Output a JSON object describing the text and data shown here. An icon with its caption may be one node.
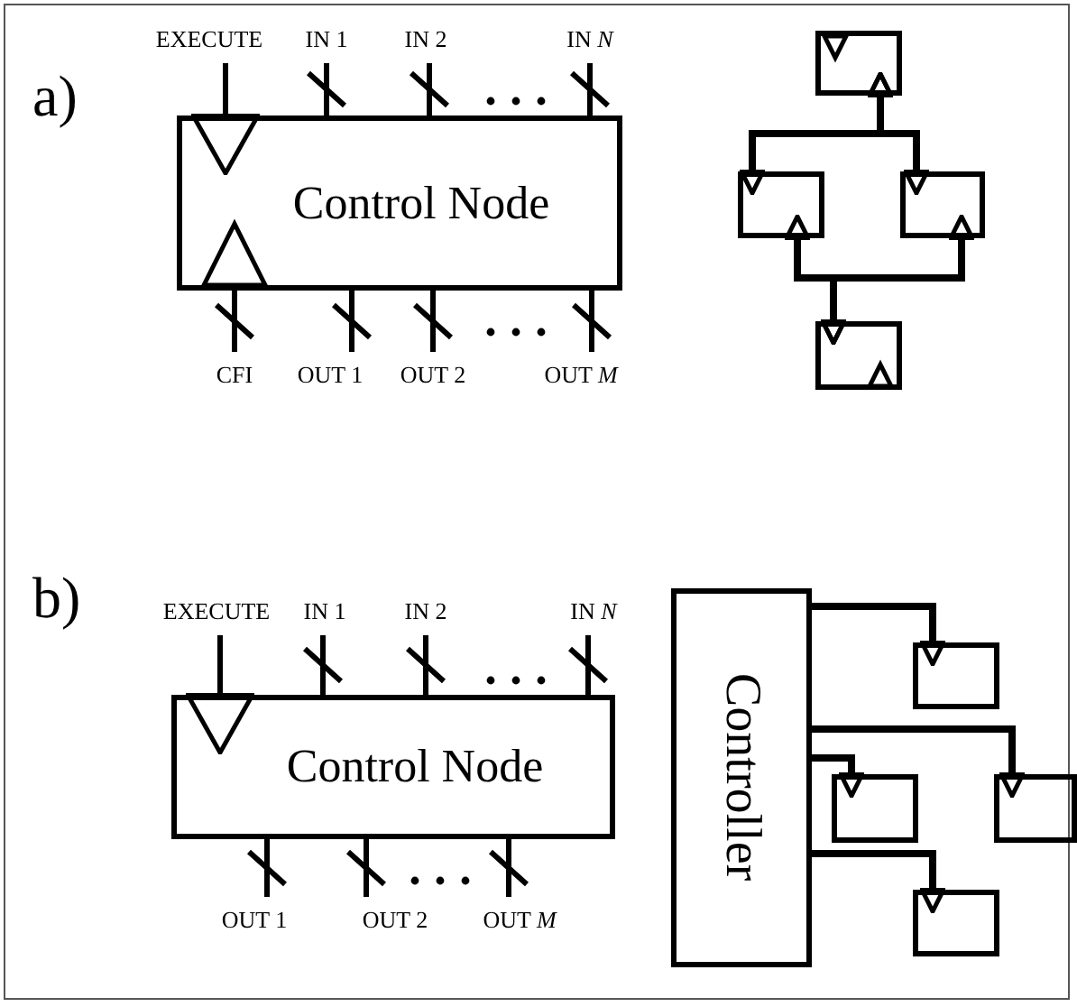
{
  "diagram": {
    "nodes": [
      {
        "text": [
          "Control Node"
        ]
      },
      {
        "text": [
          "EXECUTE"
        ]
      },
      {
        "text": [
          "IN 1"
        ]
      },
      {
        "text": [
          "IN 2"
        ]
      },
      {
        "text": [
          "IN *N*"
        ]
      },
      {
        "text": [
          "CFI"
        ]
      },
      {
        "text": [
          "OUT 1"
        ]
      },
      {
        "text": [
          "OUT 2"
        ]
      },
      {
        "text": [
          "OUT *M*"
        ]
      },
      {
        "text": [],
        "shape": "box"
      },
      {
        "text": [],
        "shape": "box"
      },
      {
        "text": [],
        "shape": "box"
      },
      {
        "text": [],
        "shape": "box"
      },
      {
        "text": [
          "Control Node"
        ]
      },
      {
        "text": [
          "EXECUTE"
        ]
      },
      {
        "text": [
          "IN 1"
        ]
      },
      {
        "text": [
          "IN 2"
        ]
      },
      {
        "text": [
          "IN *N*"
        ]
      },
      {
        "text": [
          "OUT 1"
        ]
      },
      {
        "text": [
          "OUT 2"
        ]
      },
      {
        "text": [
          "OUT *M*"
        ]
      },
      {
        "text": [
          "Controller"
        ]
      },
      {
        "text": [],
        "shape": "box"
      },
      {
        "text": [],
        "shape": "box"
      },
      {
        "text": [],
        "shape": "box"
      },
      {
        "text": [],
        "shape": "box"
      }
    ],
    "edges": [
      {
        "from": 1,
        "to": 0,
        "arrow": "to"
      },
      {
        "from": 2,
        "to": 0,
        "arrow": "none"
      },
      {
        "from": 3,
        "to": 0,
        "arrow": "none"
      },
      {
        "from": 4,
        "to": 0,
        "arrow": "none"
      },
      {
        "from": 0,
        "to": 5,
        "arrow": "none"
      },
      {
        "from": 0,
        "to": 6,
        "arrow": "none"
      },
      {
        "from": 0,
        "to": 7,
        "arrow": "none"
      },
      {
        "from": 0,
        "to": 8,
        "arrow": "none"
      },
      {
        "from": 9,
        "to": 10,
        "arrow": "both"
      },
      {
        "from": 9,
        "to": 11,
        "arrow": "both"
      },
      {
        "from": 10,
        "to": 12,
        "arrow": "both"
      },
      {
        "from": 11,
        "to": 12,
        "arrow": "both"
      },
      {
        "from": 14,
        "to": 13,
        "arrow": "to"
      },
      {
        "from": 15,
        "to": 13,
        "arrow": "none"
      },
      {
        "from": 16,
        "to": 13,
        "arrow": "none"
      },
      {
        "from": 17,
        "to": 13,
        "arrow": "none"
      },
      {
        "from": 13,
        "to": 18,
        "arrow": "none"
      },
      {
        "from": 13,
        "to": 19,
        "arrow": "none"
      },
      {
        "from": 13,
        "to": 20,
        "arrow": "none"
      },
      {
        "from": 21,
        "to": 22,
        "arrow": "to"
      },
      {
        "from": 21,
        "to": 23,
        "arrow": "to"
      },
      {
        "from": 21,
        "to": 24,
        "arrow": "to"
      },
      {
        "from": 21,
        "to": 25,
        "arrow": "to"
      }
    ],
    "labels": [
      "a)",
      "b)"
    ]
  }
}
